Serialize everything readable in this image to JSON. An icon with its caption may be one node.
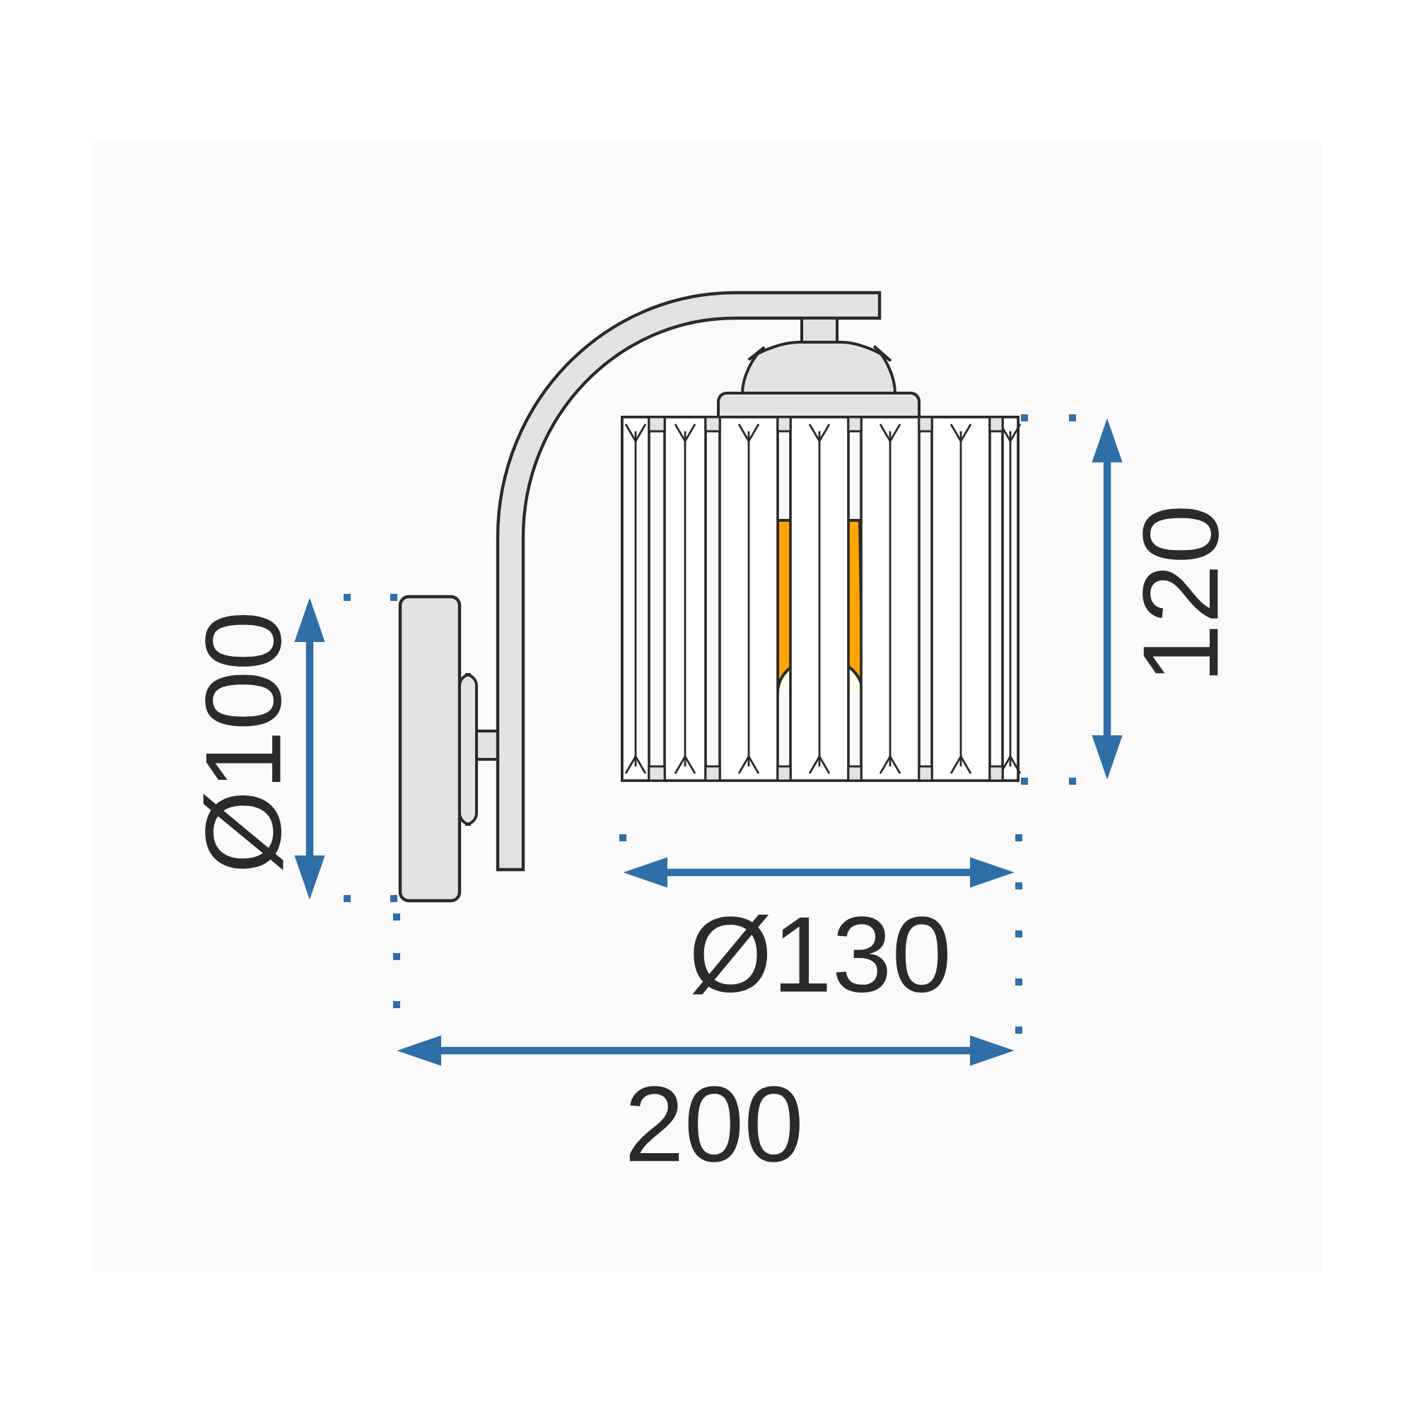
{
  "diagram": {
    "labels": [
      "Ø100",
      "120",
      "Ø130",
      "200"
    ]
  }
}
